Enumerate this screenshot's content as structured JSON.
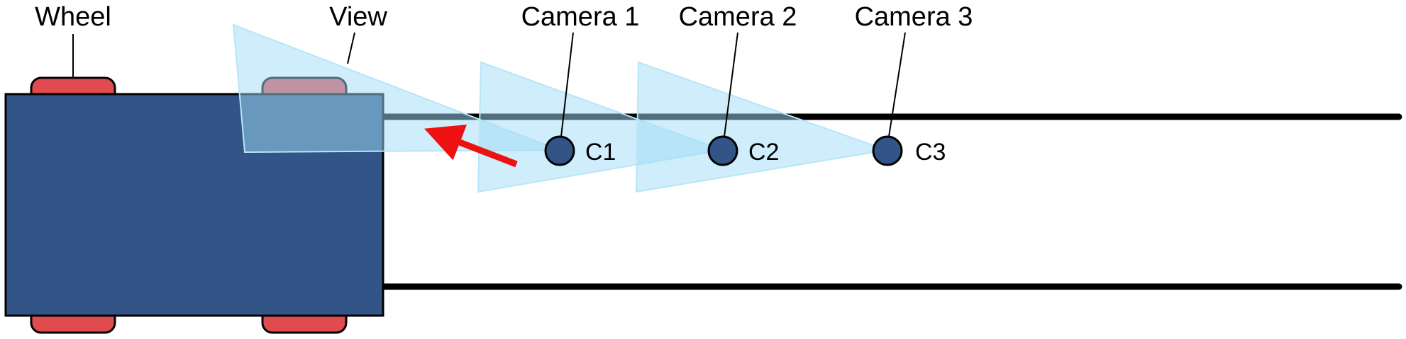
{
  "labels": {
    "wheel": "Wheel",
    "view": "View",
    "camera1": "Camera 1",
    "camera2": "Camera 2",
    "camera3": "Camera 3"
  },
  "cameras": [
    {
      "id": "C1"
    },
    {
      "id": "C2"
    },
    {
      "id": "C3"
    }
  ],
  "colors": {
    "vehicle_body": "#325487",
    "wheel": "#e04b4f",
    "view_cone": "#9fdcf5",
    "camera_marker": "#325487",
    "rail": "#000000",
    "motion_arrow": "#ee1111"
  }
}
